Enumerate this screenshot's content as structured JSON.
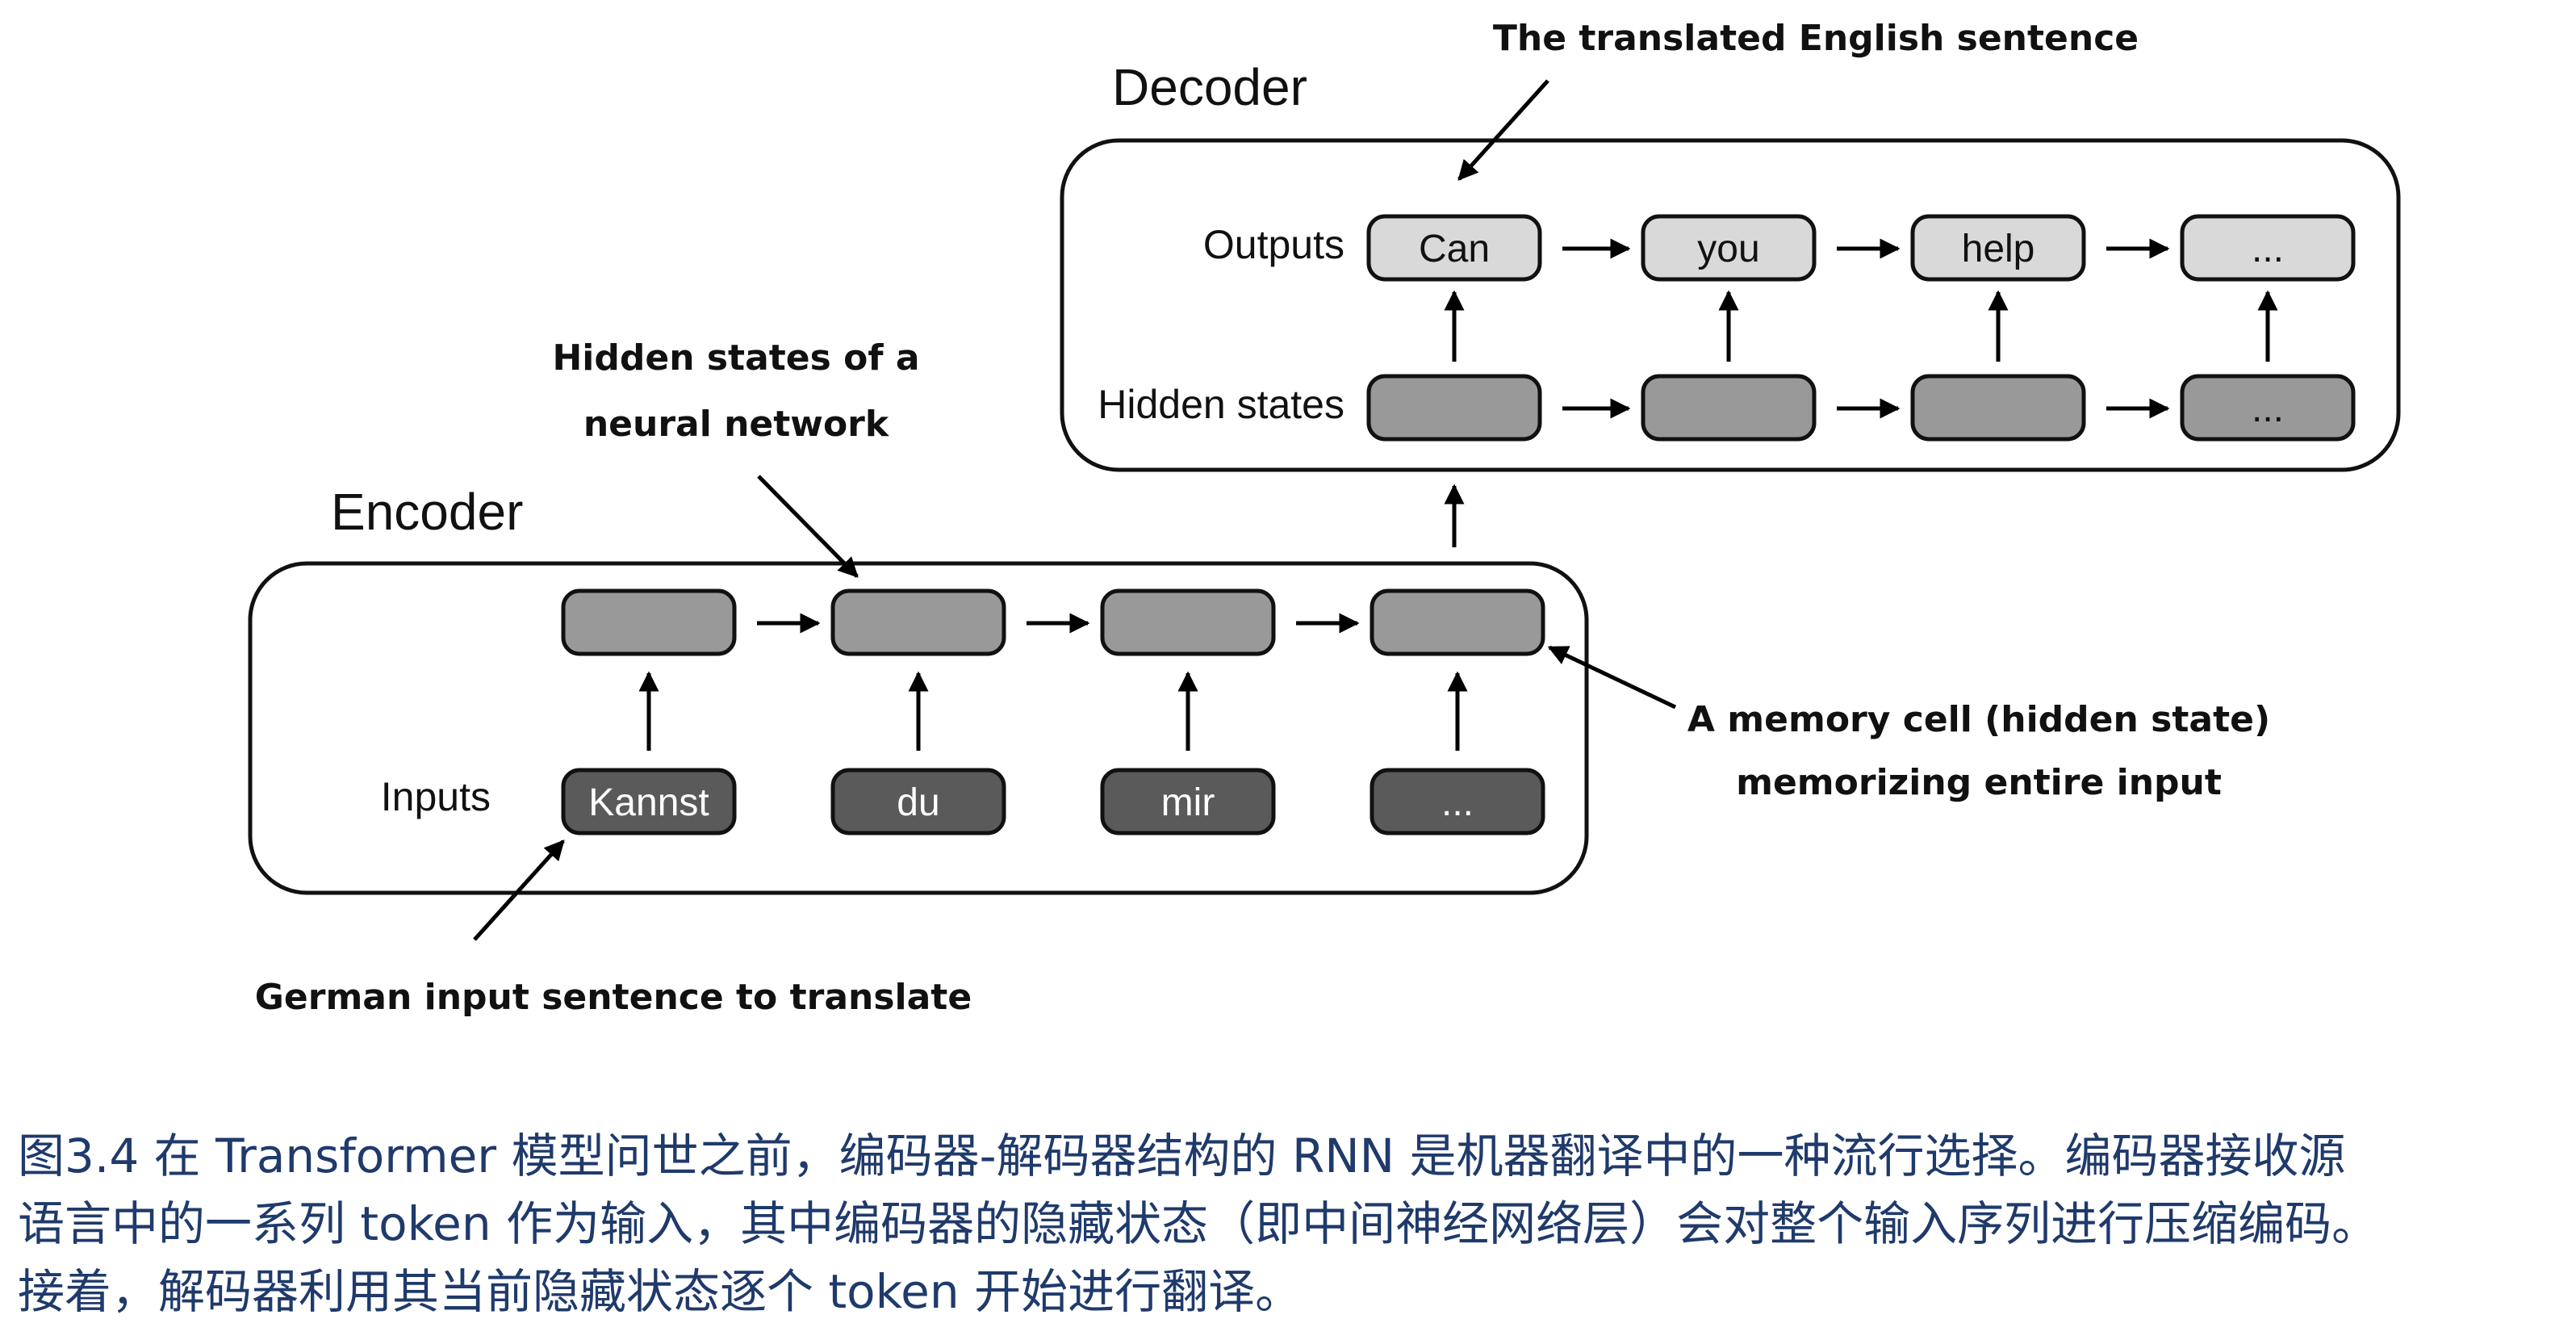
{
  "decoder": {
    "title": "Decoder",
    "row_outputs_label": "Outputs",
    "row_hidden_label": "Hidden states",
    "outputs": [
      "Can",
      "you",
      "help",
      "..."
    ],
    "hidden": [
      "",
      "",
      "",
      "..."
    ]
  },
  "encoder": {
    "title": "Encoder",
    "row_inputs_label": "Inputs",
    "inputs": [
      "Kannst",
      "du",
      "mir",
      "..."
    ],
    "hidden": [
      "",
      "",
      "",
      ""
    ]
  },
  "annotations": {
    "translated_sentence": "The translated English sentence",
    "hidden_states_line1": "Hidden states of a",
    "hidden_states_line2": "neural network",
    "memory_cell_line1": "A memory cell (hidden state)",
    "memory_cell_line2": "memorizing entire input",
    "german_input": "German input sentence to translate"
  },
  "caption": {
    "line1": "图3.4 在 Transformer 模型问世之前，编码器-解码器结构的 RNN 是机器翻译中的一种流行选择。编码器接收源",
    "line2": "语言中的一系列 token 作为输入，其中编码器的隐藏状态（即中间神经网络层）会对整个输入序列进行压缩编码。",
    "line3": "接着，解码器利用其当前隐藏状态逐个 token 开始进行翻译。"
  },
  "colors": {
    "output_box": "#d9d9d9",
    "hidden_box": "#999999",
    "input_box": "#5a5a5a",
    "caption_text": "#1f3a6b"
  }
}
